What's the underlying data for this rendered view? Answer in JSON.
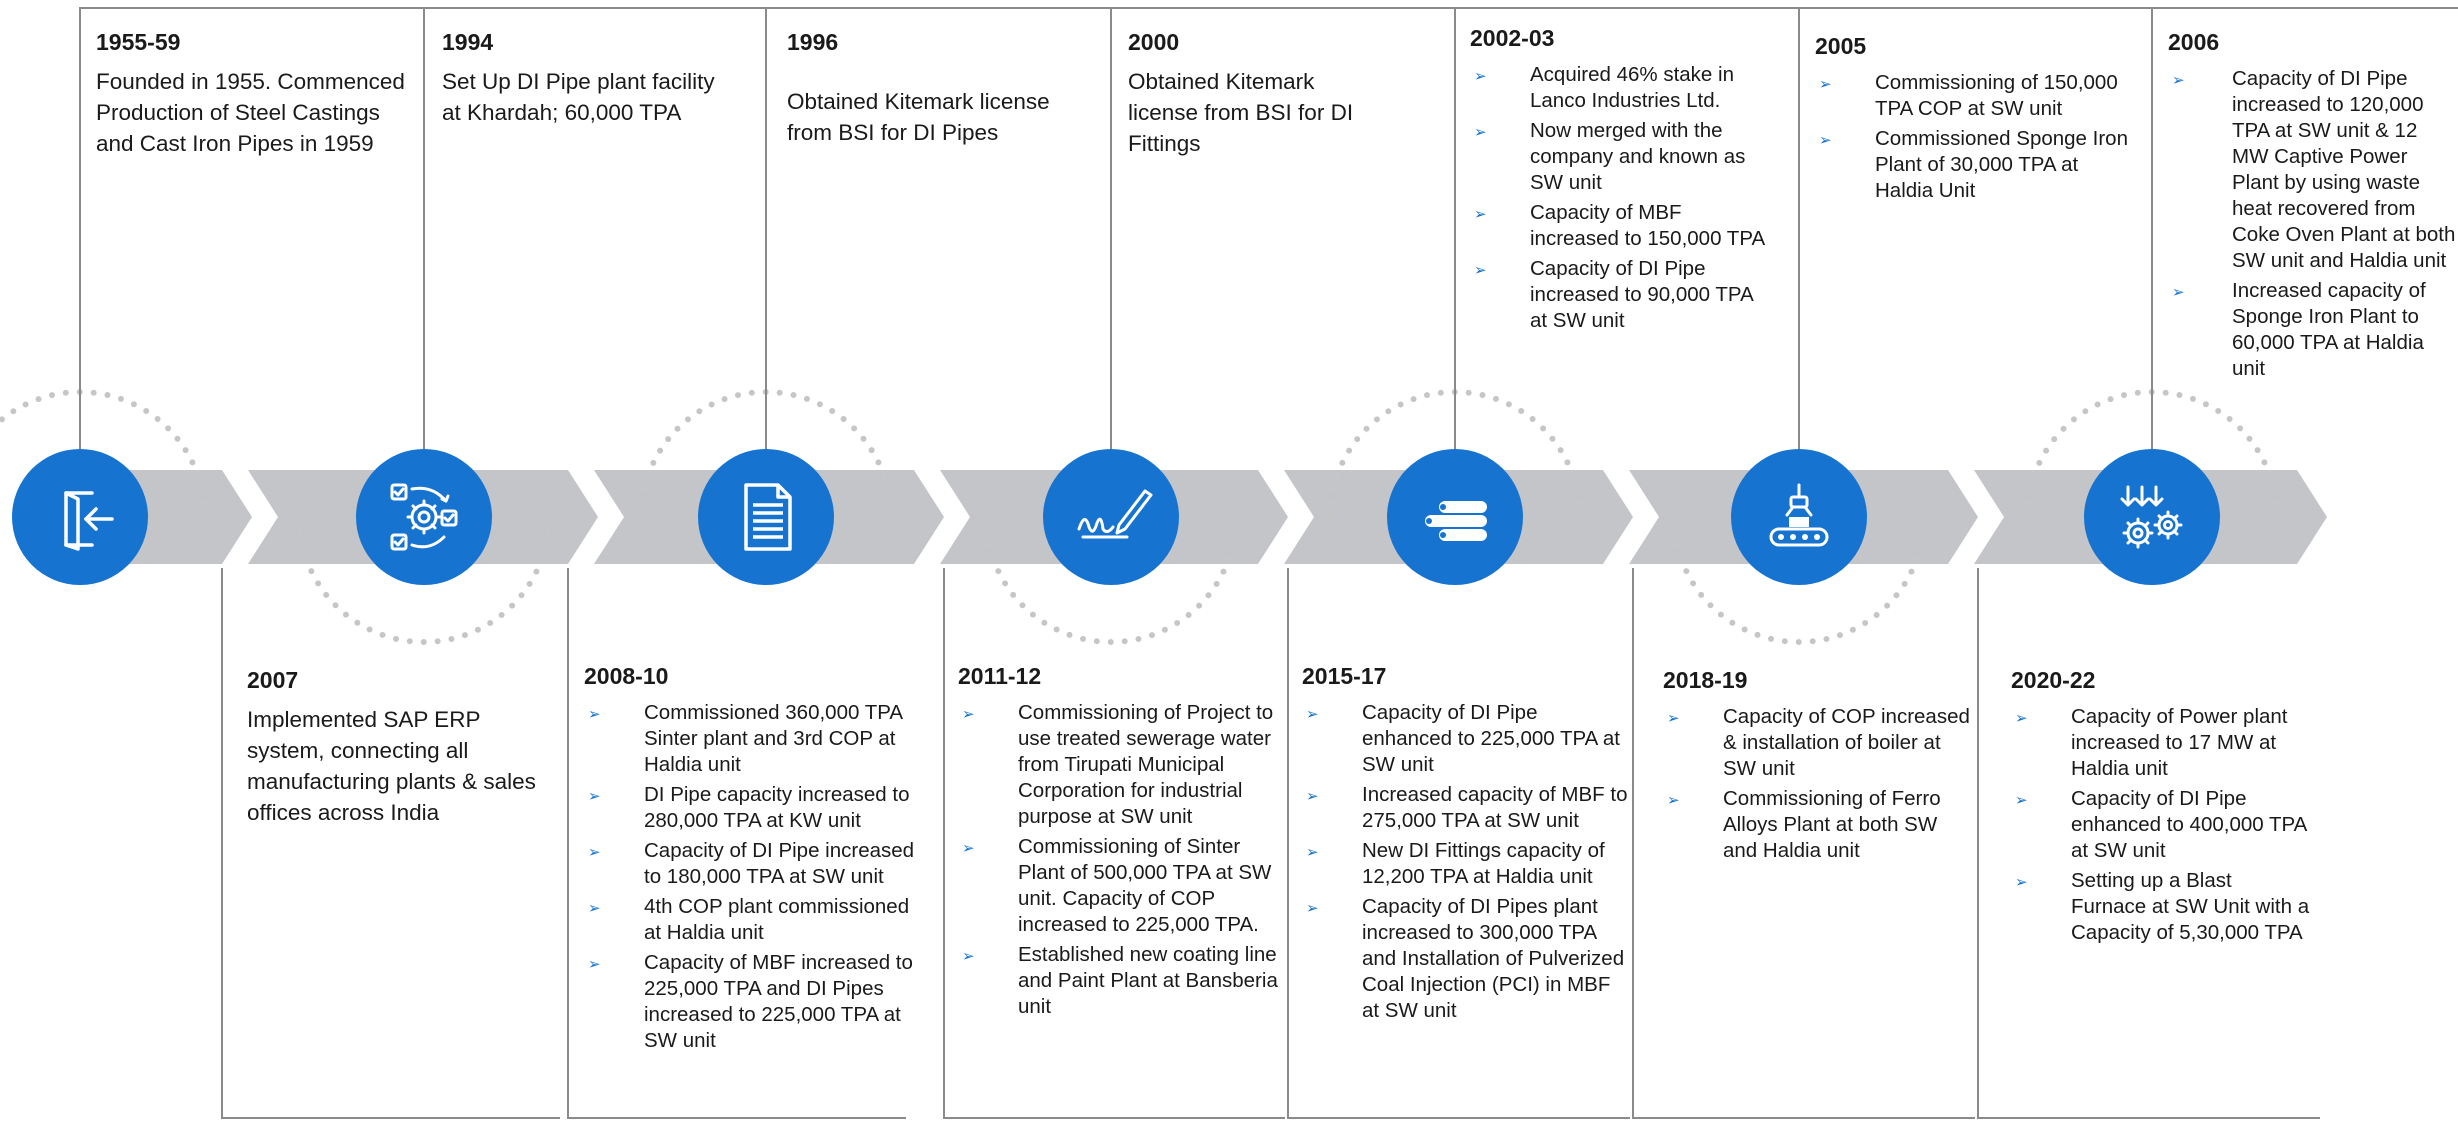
{
  "accent_color": "#1673cf",
  "band_color": "#c4c5c9",
  "line_color": "#8a8a8a",
  "dot_color": "#c6c6c6",
  "milestones": [
    {
      "year": "1955-59",
      "text": "Founded in 1955. Commenced Production of Steel Castings and Cast Iron Pipes in 1959",
      "icon": "entrance-door-icon"
    },
    {
      "year": "2007",
      "text": "Implemented SAP ERP system, connecting all manufacturing plants & sales offices across India"
    },
    {
      "year": "1994",
      "text": "Set Up DI Pipe plant facility at Khardah; 60,000 TPA",
      "icon": "process-gears-icon"
    },
    {
      "year": "2008-10",
      "points": [
        "Commissioned 360,000 TPA Sinter plant and 3rd COP at Haldia unit",
        "DI Pipe capacity increased to 280,000 TPA at KW unit",
        "Capacity of DI Pipe increased to 180,000 TPA at SW unit",
        "4th COP plant commissioned at Haldia unit",
        "Capacity of MBF increased to 225,000 TPA and DI Pipes increased to 225,000 TPA at SW unit"
      ]
    },
    {
      "year": "1996",
      "text": "Obtained Kitemark license from BSI for DI Pipes",
      "icon": "document-icon"
    },
    {
      "year": "2011-12",
      "points": [
        "Commissioning of Project to use treated sewerage water from Tirupati Municipal Corporation for industrial purpose at SW unit",
        "Commissioning of Sinter Plant of 500,000 TPA at SW unit. Capacity of COP increased to 225,000 TPA.",
        "Established new coating line and Paint Plant at Bansberia unit"
      ]
    },
    {
      "year": "2000",
      "text": "Obtained Kitemark license from BSI for DI Fittings",
      "icon": "signature-pen-icon"
    },
    {
      "year": "2015-17",
      "points": [
        "Capacity of DI Pipe enhanced to 225,000 TPA at SW unit",
        "Increased capacity of MBF to 275,000 TPA at SW unit",
        "New DI Fittings capacity of 12,200 TPA at Haldia unit",
        "Capacity of DI Pipes plant increased to 300,000 TPA and Installation of Pulverized Coal Injection (PCI) in MBF at SW unit"
      ]
    },
    {
      "year": "2002-03",
      "points": [
        "Acquired 46% stake in Lanco Industries Ltd.",
        "Now merged with the company and  known as SW unit",
        "Capacity of MBF increased to 150,000 TPA",
        "Capacity of DI Pipe increased to 90,000 TPA at SW unit"
      ],
      "icon": "pipes-icon"
    },
    {
      "year": "2018-19",
      "points": [
        "Capacity of COP increased & installation of boiler at SW unit",
        "Commissioning of Ferro Alloys Plant at both SW and Haldia unit"
      ]
    },
    {
      "year": "2005",
      "points": [
        "Commissioning of 150,000 TPA COP at SW unit",
        "Commissioned Sponge Iron Plant of 30,000 TPA at Haldia Unit"
      ],
      "icon": "conveyor-robot-icon"
    },
    {
      "year": "2020-22",
      "points": [
        "Capacity of Power plant increased to 17 MW at Haldia unit",
        "Capacity of DI Pipe enhanced to 400,000 TPA at SW unit",
        "Setting up a Blast Furnace at SW Unit with a Capacity of 5,30,000 TPA"
      ]
    },
    {
      "year": "2006",
      "points": [
        "Capacity of DI Pipe increased to 120,000 TPA at SW unit & 12 MW Captive Power Plant  by using waste heat recovered from Coke Oven Plant at both SW unit and Haldia unit",
        "Increased capacity of Sponge Iron Plant to 60,000 TPA at Haldia unit"
      ],
      "icon": "down-arrows-gears-icon"
    }
  ]
}
